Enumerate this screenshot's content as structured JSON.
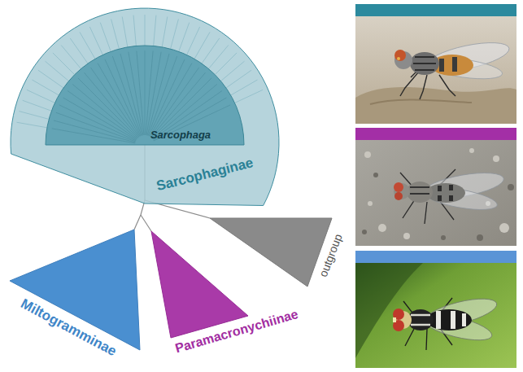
{
  "diagram": {
    "nodes": [
      {
        "text": [
          "Sarcophaginae"
        ]
      },
      {
        "text": [
          "Sarcophaga"
        ],
        "in": 0
      },
      {
        "text": [
          "Miltogramminae"
        ]
      },
      {
        "text": [
          "Paramacronychiinae"
        ]
      },
      {
        "text": [
          "outgroup"
        ]
      }
    ]
  }
}
